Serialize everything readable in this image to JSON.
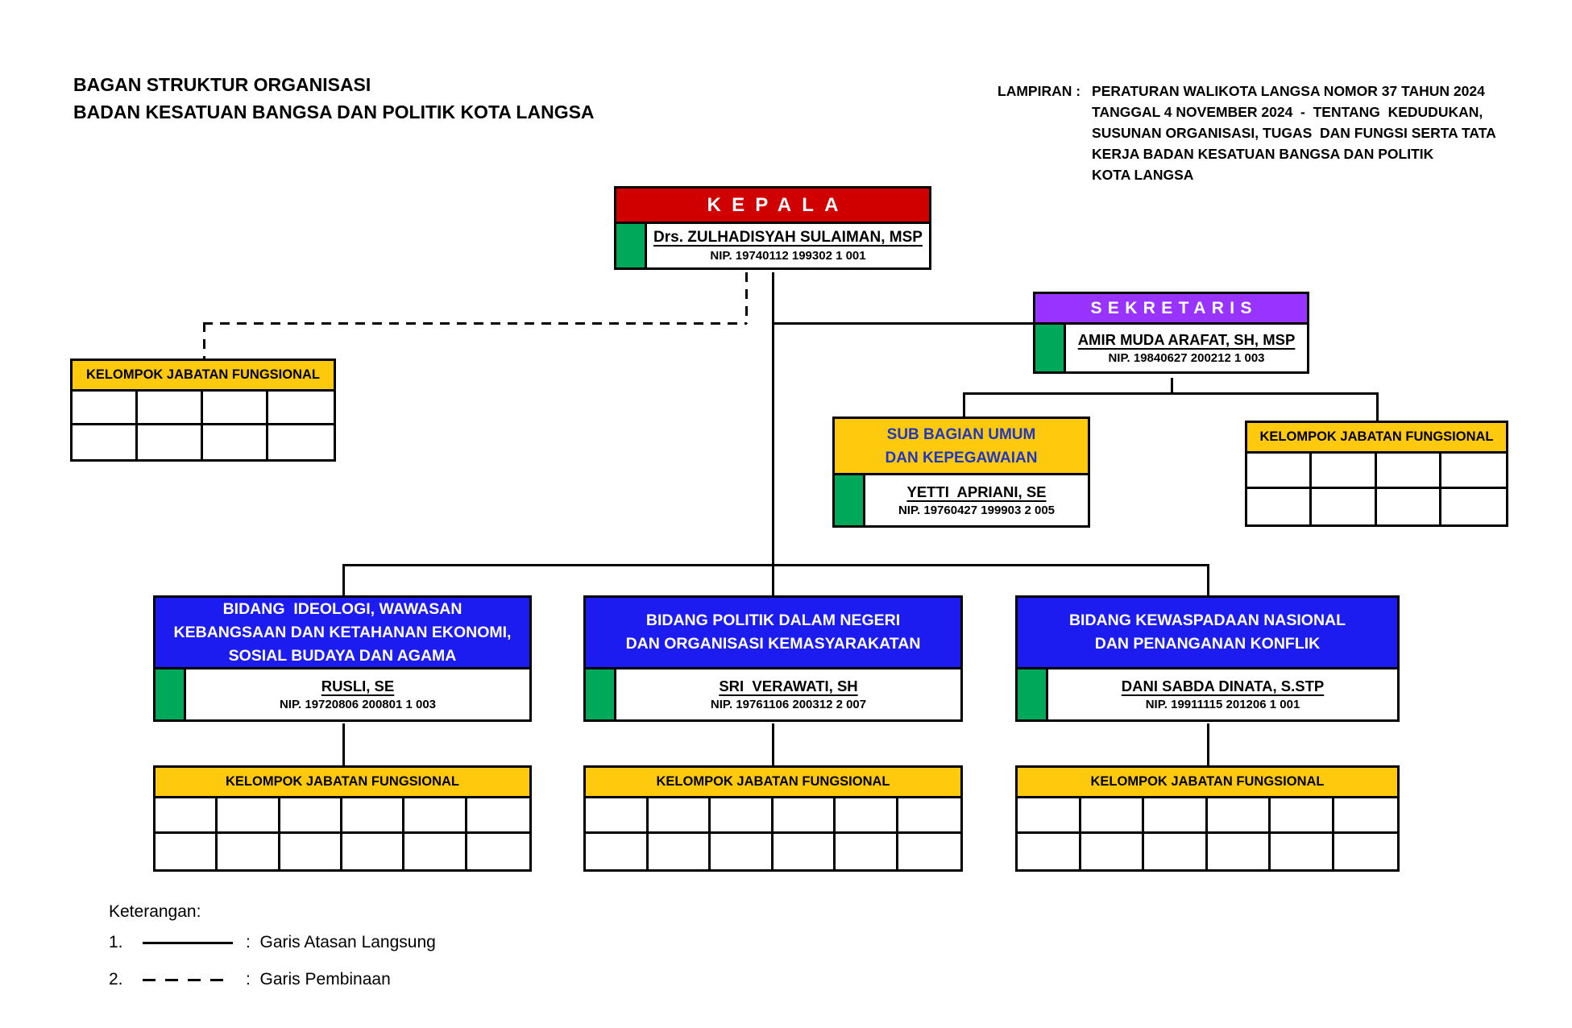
{
  "title": {
    "line1": "BAGAN STRUKTUR ORGANISASI",
    "line2": "BADAN KESATUAN BANGSA DAN POLITIK KOTA LANGSA"
  },
  "lampiran": {
    "label": "LAMPIRAN :",
    "lines": [
      "PERATURAN WALIKOTA LANGSA NOMOR 37 TAHUN 2024",
      "TANGGAL 4 NOVEMBER 2024  -  TENTANG  KEDUDUKAN,",
      "SUSUNAN ORGANISASI, TUGAS  DAN FUNGSI SERTA TATA",
      "KERJA BADAN KESATUAN BANGSA DAN POLITIK",
      "KOTA LANGSA"
    ]
  },
  "nodes": {
    "kepala": {
      "title": "KEPALA",
      "name": "Drs. ZULHADISYAH SULAIMAN, MSP",
      "nip": "NIP. 19740112 199302 1 001"
    },
    "sekretaris": {
      "title": "SEKRETARIS",
      "name": "AMIR MUDA ARAFAT, SH, MSP",
      "nip": "NIP. 19840627 200212 1 003"
    },
    "subbag_umum": {
      "title_lines": [
        "SUB BAGIAN UMUM",
        "DAN KEPEGAWAIAN"
      ],
      "name": "YETTI  APRIANI, SE",
      "nip": "NIP. 19760427 199903 2 005"
    },
    "bidang_ideologi": {
      "title_lines": [
        "BIDANG  IDEOLOGI, WAWASAN",
        "KEBANGSAAN DAN KETAHANAN EKONOMI,",
        "SOSIAL BUDAYA DAN AGAMA"
      ],
      "name": "RUSLI, SE",
      "nip": "NIP. 19720806 200801 1 003"
    },
    "bidang_politik": {
      "title_lines": [
        "BIDANG POLITIK DALAM NEGERI",
        "DAN ORGANISASI KEMASYARAKATAN"
      ],
      "name": "SRI  VERAWATI, SH",
      "nip": "NIP. 19761106 200312 2 007"
    },
    "bidang_kewaspadaan": {
      "title_lines": [
        "BIDANG KEWASPADAAN NASIONAL",
        "DAN PENANGANAN KONFLIK"
      ],
      "name": "DANI SABDA DINATA, S.STP",
      "nip": "NIP. 19911115 201206 1 001"
    }
  },
  "kelompok": {
    "label": "KELOMPOK JABATAN FUNGSIONAL"
  },
  "legend": {
    "heading": "Keterangan:",
    "items": [
      {
        "num": "1.",
        "style": "solid",
        "label": ":  Garis Atasan Langsung"
      },
      {
        "num": "2.",
        "style": "dashed",
        "label": ":  Garis Pembinaan"
      }
    ]
  },
  "colors": {
    "red": "#D00000",
    "purple": "#9933FF",
    "yellow": "#FFC90E",
    "green": "#00A859",
    "blue": "#1C1CF0",
    "blue_text": "#2038C0"
  }
}
